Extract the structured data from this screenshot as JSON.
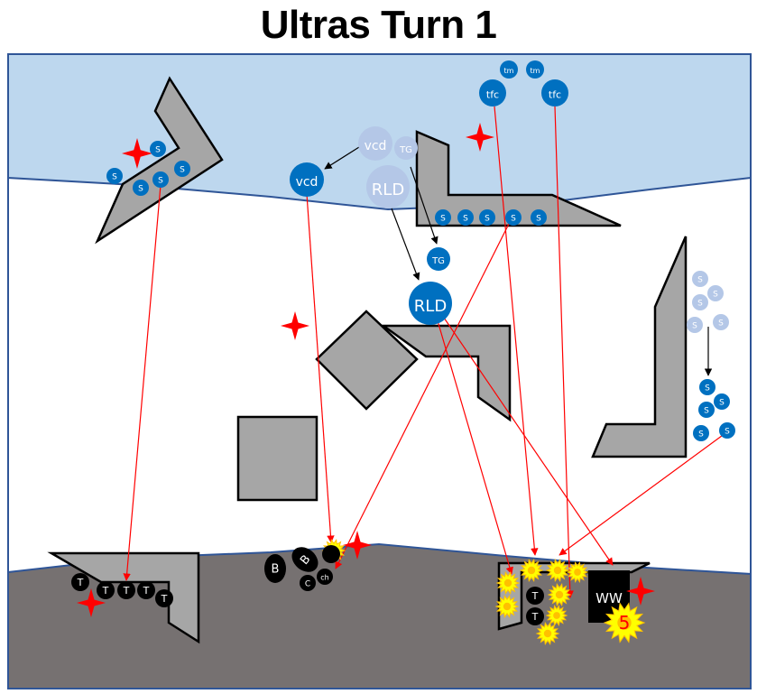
{
  "title": "Ultras Turn 1",
  "colors": {
    "sky_blue": "#bdd7ee",
    "ground_gray": "#767171",
    "terrain_gray": "#a6a6a6",
    "unit_blue": "#0070c0",
    "ghost_blue": "#b4c7e7",
    "enemy_black": "#000000",
    "fire_line_red": "#ff0000",
    "move_arrow_black": "#000000",
    "explosion_yellow": "#ffff00",
    "explosion_orange": "#ffc000",
    "border_navy": "#2f5597"
  },
  "units": {
    "friendly": [
      {
        "id": "tm1",
        "label": "tm"
      },
      {
        "id": "tm2",
        "label": "tm"
      },
      {
        "id": "tfc1",
        "label": "tfc"
      },
      {
        "id": "tfc2",
        "label": "tfc"
      },
      {
        "id": "vcd",
        "label": "vcd"
      },
      {
        "id": "tg",
        "label": "TG"
      },
      {
        "id": "rld",
        "label": "RLD"
      },
      {
        "id": "sL1",
        "label": "S"
      },
      {
        "id": "sL2",
        "label": "S"
      },
      {
        "id": "sL3",
        "label": "S"
      },
      {
        "id": "sL4",
        "label": "S"
      },
      {
        "id": "sL5",
        "label": "S"
      },
      {
        "id": "sM1",
        "label": "S"
      },
      {
        "id": "sM2",
        "label": "S"
      },
      {
        "id": "sM3",
        "label": "S"
      },
      {
        "id": "sM4",
        "label": "S"
      },
      {
        "id": "sM5",
        "label": "S"
      },
      {
        "id": "sR1",
        "label": "S"
      },
      {
        "id": "sR2",
        "label": "S"
      },
      {
        "id": "sR3",
        "label": "S"
      },
      {
        "id": "sR4",
        "label": "S"
      },
      {
        "id": "sR5",
        "label": "S"
      }
    ],
    "ghost": [
      {
        "id": "vcd-old",
        "label": "vcd"
      },
      {
        "id": "tg-old",
        "label": "TG"
      },
      {
        "id": "rld-old",
        "label": "RLD"
      },
      {
        "id": "sRo1",
        "label": "S"
      },
      {
        "id": "sRo2",
        "label": "S"
      },
      {
        "id": "sRo3",
        "label": "S"
      },
      {
        "id": "sRo4",
        "label": "S"
      },
      {
        "id": "sRo5",
        "label": "S"
      }
    ],
    "enemy": [
      {
        "id": "tL1",
        "label": "T"
      },
      {
        "id": "tL2",
        "label": "T"
      },
      {
        "id": "tL3",
        "label": "T"
      },
      {
        "id": "tL4",
        "label": "T"
      },
      {
        "id": "tL5",
        "label": "T"
      },
      {
        "id": "b1",
        "label": "B"
      },
      {
        "id": "b2",
        "label": "B"
      },
      {
        "id": "c1",
        "label": "C"
      },
      {
        "id": "ch1",
        "label": "ch"
      },
      {
        "id": "x1",
        "label": ""
      },
      {
        "id": "tR1",
        "label": "T"
      },
      {
        "id": "tR2",
        "label": "T"
      },
      {
        "id": "ww",
        "label": "WW"
      }
    ]
  },
  "markers": {
    "damage_count": "5"
  }
}
